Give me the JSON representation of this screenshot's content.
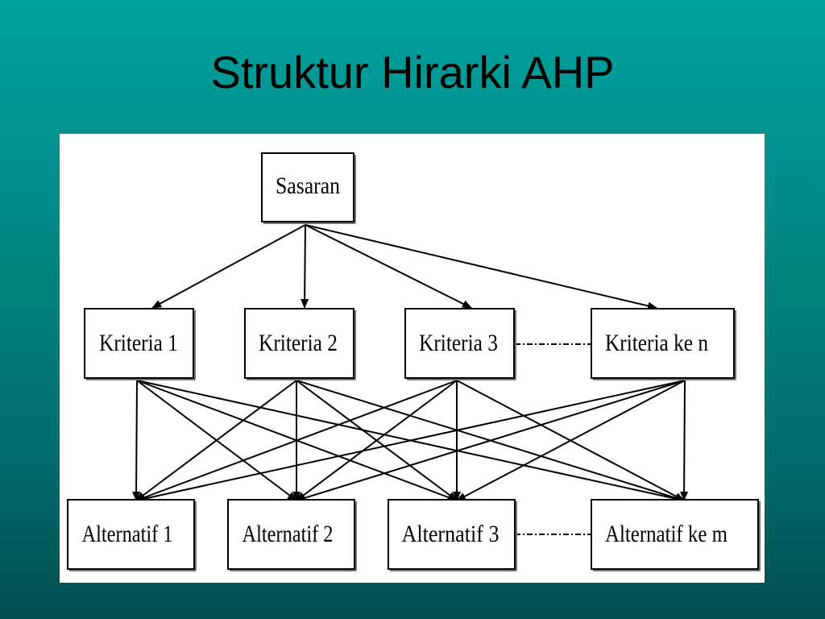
{
  "slide": {
    "title": "Struktur Hirarki AHP"
  },
  "diagram": {
    "goal": {
      "label": "Sasaran"
    },
    "criteria": [
      {
        "id": "c1",
        "label": "Kriteria 1"
      },
      {
        "id": "c2",
        "label": "Kriteria 2"
      },
      {
        "id": "c3",
        "label": "Kriteria 3"
      },
      {
        "id": "cn",
        "label": "Kriteria ke n"
      }
    ],
    "alternatives": [
      {
        "id": "a1",
        "label": "Alternatif 1"
      },
      {
        "id": "a2",
        "label": "Alternatif 2"
      },
      {
        "id": "a3",
        "label": "Alternatif  3"
      },
      {
        "id": "am",
        "label": "Alternatif ke m"
      }
    ],
    "colors": {
      "background_top": "#00a19d",
      "background_bottom": "#004e50",
      "panel": "#ffffff",
      "ink": "#000000"
    }
  }
}
